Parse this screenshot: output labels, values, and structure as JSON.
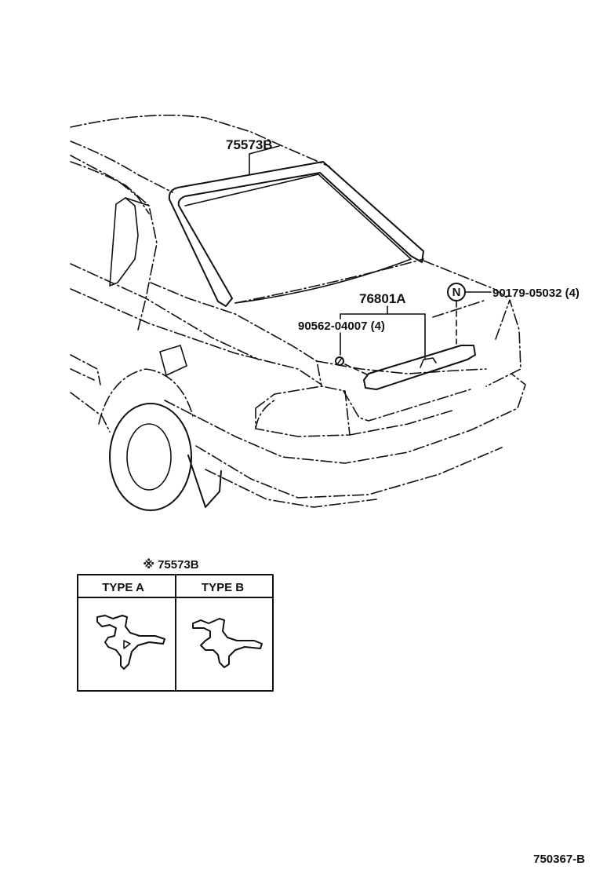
{
  "callouts": {
    "molding_part": "75573B",
    "garnish_part": "76801A",
    "nut_part": "90179-05032 (4)",
    "clip_part": "90562-04007 (4)",
    "nut_symbol": "N"
  },
  "section_table": {
    "title": "※ 75573B",
    "type_a_label": "TYPE  A",
    "type_b_label": "TYPE  B"
  },
  "diagram_id": "750367-B"
}
